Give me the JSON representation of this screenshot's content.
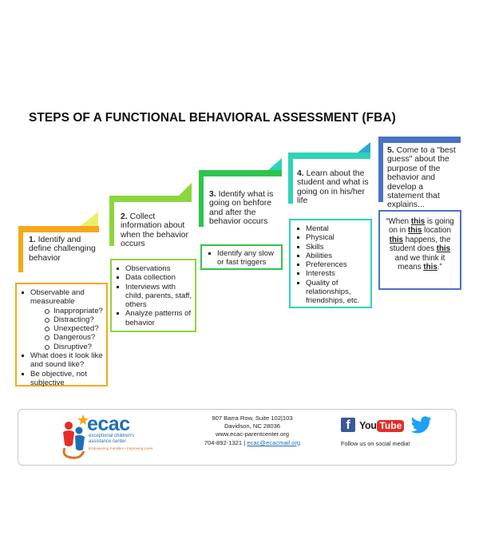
{
  "title": "STEPS OF A FUNCTIONAL BEHAVIORAL ASSESSMENT (FBA)",
  "steps": [
    {
      "number": "1.",
      "heading": "Identify and define challenging behavior",
      "color": "#f6a81b",
      "bullets": [
        {
          "text": "Observable and measureable",
          "level": 1
        },
        {
          "text": "Inappropriate?",
          "level": 2
        },
        {
          "text": "Distracting?",
          "level": 2
        },
        {
          "text": "Unexpected?",
          "level": 2
        },
        {
          "text": "Dangerous?",
          "level": 2
        },
        {
          "text": "Disruptive?",
          "level": 2
        },
        {
          "text": "What does it look like and sound like?",
          "level": 1
        },
        {
          "text": "Be objective, not subjective",
          "level": 1
        }
      ]
    },
    {
      "number": "2.",
      "heading": "Collect information about when the behavior occurs",
      "color": "#8bd63d",
      "bullets": [
        {
          "text": "Observations",
          "level": 1
        },
        {
          "text": "Data collection",
          "level": 1
        },
        {
          "text": "Interviews with child, parents, staff, others",
          "level": 1
        },
        {
          "text": "Analyze patterns of behavior",
          "level": 1
        }
      ]
    },
    {
      "number": "3.",
      "heading": "Identify what is going on behfore and after the behavior occurs",
      "color": "#2ec44d",
      "bullets": [
        {
          "text": "Identify any slow or fast triggers",
          "level": 1
        }
      ]
    },
    {
      "number": "4.",
      "heading": "Learn about the student and what is going on in his/her life",
      "color": "#2fd3b8",
      "bullets": [
        {
          "text": "Mental",
          "level": 1
        },
        {
          "text": "Physical",
          "level": 1
        },
        {
          "text": "Skills",
          "level": 1
        },
        {
          "text": "Abilities",
          "level": 1
        },
        {
          "text": "Preferences",
          "level": 1
        },
        {
          "text": "Interests",
          "level": 1
        },
        {
          "text": "Quality of relationships, friendships, etc.",
          "level": 1
        }
      ]
    },
    {
      "number": "5.",
      "heading": "Come to a \"best guess\" about the purpose of the behavior and develop a statement that explains...",
      "color": "#4a72c4",
      "statement": [
        {
          "t": "“When "
        },
        {
          "t": "this",
          "u": true
        },
        {
          "t": " is going on in "
        },
        {
          "t": "this",
          "u": true
        },
        {
          "t": " location "
        },
        {
          "t": "this",
          "u": true
        },
        {
          "t": " happens, the student does "
        },
        {
          "t": "this",
          "u": true
        },
        {
          "t": " and we think it means "
        },
        {
          "t": "this",
          "u": true
        },
        {
          "t": ".”"
        }
      ]
    }
  ],
  "footer": {
    "logo": {
      "word": "ecac",
      "subtitle": "exceptional children's assistance center",
      "tagline": "Empowering Families • Improving Lives"
    },
    "address_lines": [
      "907 Barra Row, Suite 102|103",
      "Davidson, NC 28036",
      "www.ecac-parentcenter.org"
    ],
    "phone": "704-892-1321",
    "separator": "|",
    "email": "ecac@ecacmail.org",
    "social": {
      "facebook": "f",
      "youtube_you": "You",
      "youtube_tube": "Tube",
      "follow_text": "Follow us on social media!",
      "twitter_color": "#1da1f2"
    }
  }
}
